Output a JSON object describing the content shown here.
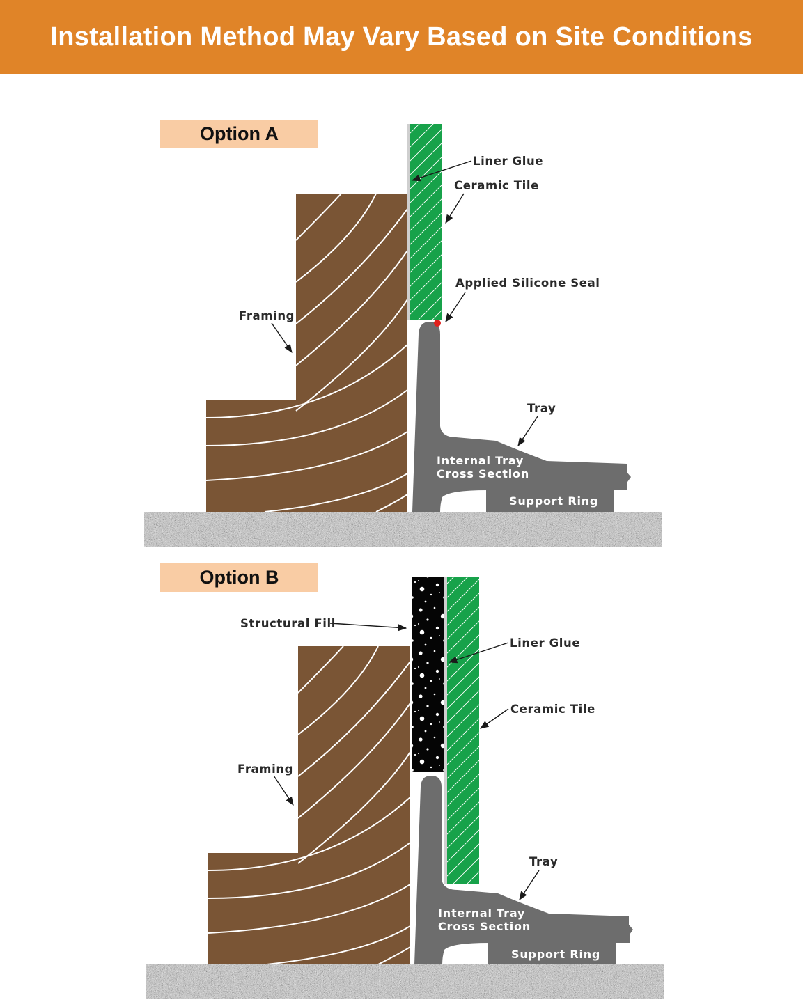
{
  "header": {
    "title": "Installation Method May Vary Based on Site Conditions",
    "background": "#e08428"
  },
  "option_a": {
    "label": "Option A",
    "callouts": {
      "liner_glue": "Liner Glue",
      "ceramic_tile": "Ceramic Tile",
      "silicone_seal": "Applied Silicone Seal",
      "framing": "Framing",
      "tray": "Tray",
      "tray_section_line1": "Internal Tray",
      "tray_section_line2": "Cross Section",
      "support_ring": "Support Ring"
    }
  },
  "option_b": {
    "label": "Option B",
    "callouts": {
      "structural_fill": "Structural Fill",
      "liner_glue": "Liner Glue",
      "ceramic_tile": "Ceramic Tile",
      "framing": "Framing",
      "tray": "Tray",
      "tray_section_line1": "Internal Tray",
      "tray_section_line2": "Cross Section",
      "support_ring": "Support Ring"
    }
  },
  "colors": {
    "framing_wood": "#7a5535",
    "ceramic_tile": "#17a24a",
    "tray": "#6d6d6d",
    "option_label_bg": "#f9cca4",
    "silicone_seal": "#e0201c",
    "structural_fill": "#050505"
  }
}
